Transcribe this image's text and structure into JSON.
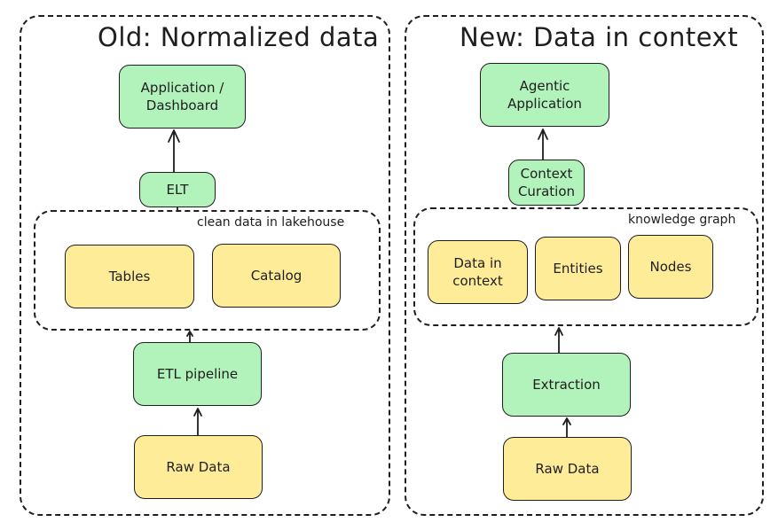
{
  "colors": {
    "green_fill": "#b2f2bb",
    "yellow_fill": "#ffec99",
    "stroke": "#1e1e1e"
  },
  "left": {
    "title": "Old: Normalized data",
    "group_label": "clean data in lakehouse",
    "nodes": {
      "app": "Application /\nDashboard",
      "elt": "ELT",
      "tables": "Tables",
      "catalog": "Catalog",
      "etl": "ETL pipeline",
      "raw": "Raw Data"
    }
  },
  "right": {
    "title": "New: Data in context",
    "group_label": "knowledge graph",
    "nodes": {
      "app": "Agentic\nApplication",
      "curation": "Context\nCuration",
      "data_in_context": "Data in\ncontext",
      "entities": "Entities",
      "nodes": "Nodes",
      "extraction": "Extraction",
      "raw": "Raw Data"
    }
  }
}
